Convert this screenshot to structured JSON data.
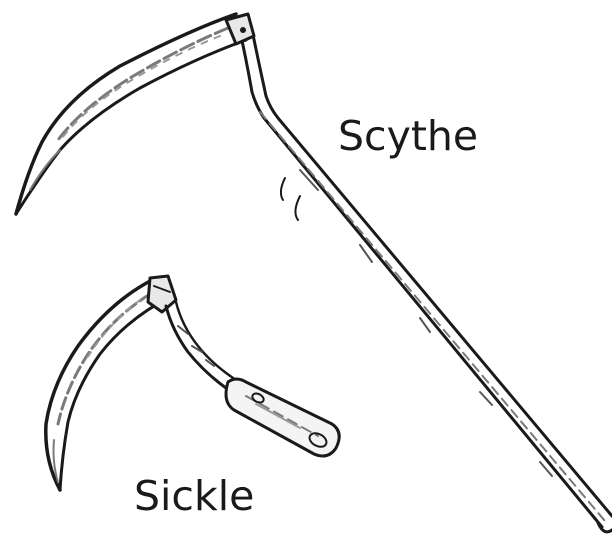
{
  "labels": {
    "scythe": "Scythe",
    "sickle": "Sickle"
  },
  "illustrations": {
    "scythe": "scythe-drawing",
    "sickle": "sickle-drawing"
  },
  "colors": {
    "background": "#ffffff",
    "ink": "#1a1a1a",
    "shading": "#7a7a7a"
  }
}
